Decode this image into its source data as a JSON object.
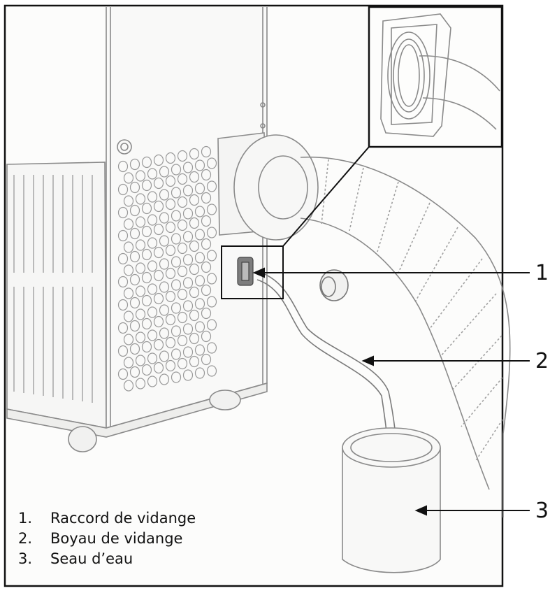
{
  "callouts": [
    {
      "number": "1"
    },
    {
      "number": "2"
    },
    {
      "number": "3"
    }
  ],
  "legend": [
    {
      "number": "1.",
      "text": "Raccord de vidange"
    },
    {
      "number": "2.",
      "text": "Boyau de vidange"
    },
    {
      "number": "3.",
      "text": "Seau d’eau"
    }
  ],
  "colors": {
    "line": "#222222",
    "sketch": "#8a8a8a",
    "background": "#ffffff",
    "paper": "#fbfbfa"
  }
}
